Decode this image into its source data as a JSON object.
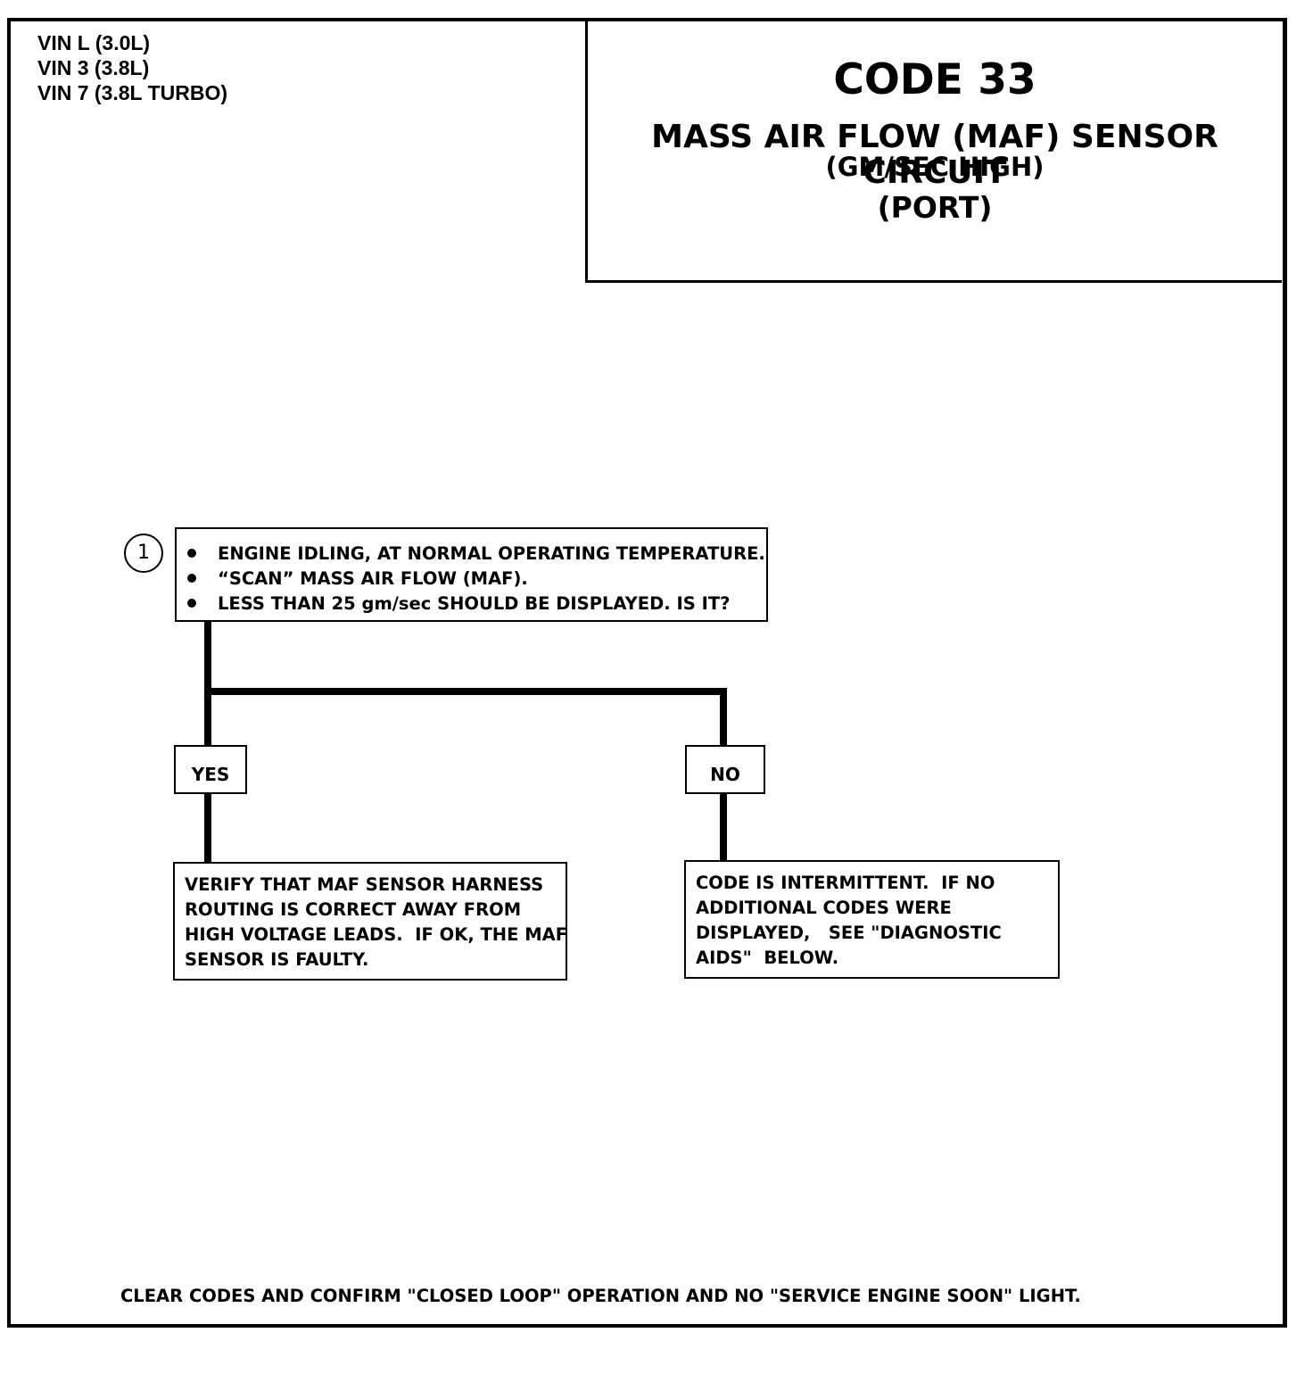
{
  "vin_list": [
    "VIN L (3.0L)",
    "VIN 3 (3.8L)",
    "VIN 7 (3.8L TURBO)"
  ],
  "title_block": {
    "code": "CODE 33",
    "circuit": "MASS AIR FLOW (MAF) SENSOR CIRCUIT",
    "condition": "(GM/SEC HIGH)",
    "injection": "(PORT)"
  },
  "step": {
    "number": "1",
    "bullets": [
      "ENGINE IDLING, AT NORMAL OPERATING TEMPERATURE.",
      "“SCAN” MASS AIR FLOW (MAF).",
      "LESS THAN 25 gm/sec SHOULD BE DISPLAYED.  IS IT?"
    ]
  },
  "branches": {
    "yes_label": "YES",
    "no_label": "NO",
    "yes_result": [
      "VERIFY THAT MAF SENSOR HARNESS",
      "ROUTING IS CORRECT AWAY FROM",
      "HIGH VOLTAGE LEADS.  IF OK, THE MAF",
      "SENSOR IS FAULTY."
    ],
    "no_result": [
      "CODE IS INTERMITTENT.  IF NO",
      "ADDITIONAL CODES WERE",
      "DISPLAYED,   SEE \"DIAGNOSTIC",
      "AIDS\"  BELOW."
    ]
  },
  "footer": "CLEAR CODES AND CONFIRM \"CLOSED LOOP\"  OPERATION AND NO  \"SERVICE ENGINE SOON\" LIGHT."
}
